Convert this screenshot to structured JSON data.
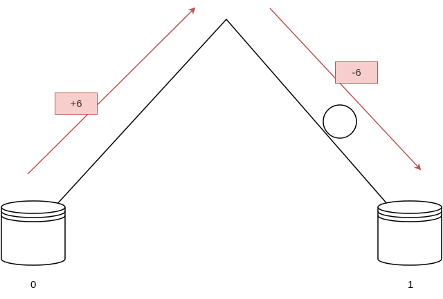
{
  "diagram": {
    "arrow_up_label": "+6",
    "arrow_down_label": "-6",
    "left_bucket_label": "0",
    "right_bucket_label": "1"
  },
  "colors": {
    "arrow": "#b85450",
    "badge_fill": "#f8cecc",
    "line": "#000000"
  }
}
